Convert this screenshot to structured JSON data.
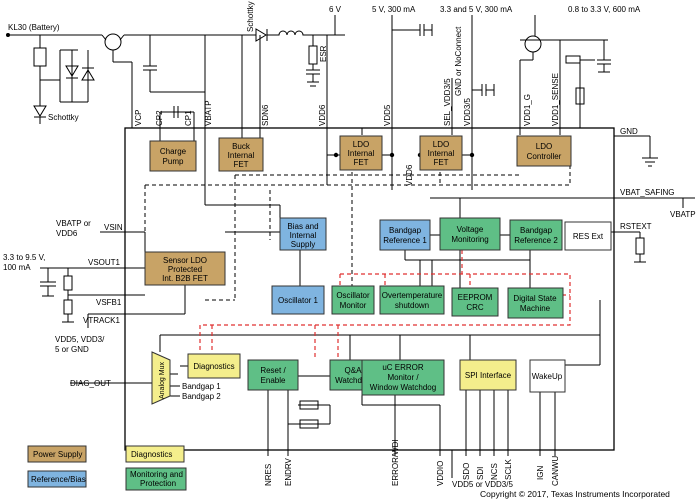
{
  "colors": {
    "power_supply": "#c8a366",
    "diagnostics": "#f4ee8c",
    "reference_bias": "#7fb4e0",
    "monitoring": "#5fbf86",
    "red_dash": "#e03030"
  },
  "top_labels": {
    "kl30": "KL30 (Battery)",
    "schottky_top": "Schottky",
    "schottky_left": "Schottky",
    "v6": "6 V",
    "v5": "5 V, 300 mA",
    "v33_5": "3.3 and 5 V, 300 mA",
    "v08_33": "0.8 to 3.3 V, 600 mA",
    "esr": "ESR",
    "gnd_nc": "GND or NoConnect"
  },
  "pins": {
    "vcp": "VCP",
    "cp2": "CP2",
    "cp1": "CP1",
    "vbatp": "VBATP",
    "sdn6": "SDN6",
    "vdd6": "VDD6",
    "vdd5": "VDD5",
    "sel_vdd35": "SEL_VDD3/5",
    "vdd35": "VDD3/5",
    "vdd1_g": "VDD1_G",
    "vdd1_sense": "VDD1_SENSE",
    "gnd": "GND",
    "vbat_safing": "VBAT_SAFING",
    "vbatp_right": "VBATP",
    "rstext": "RSTEXT",
    "vsin": "VSIN",
    "vsout1": "VSOUT1",
    "vsfb1": "VSFB1",
    "vtrack1": "VTRACK1",
    "diag_out": "DIAG_OUT",
    "nres": "NRES",
    "endrv": "ENDRV",
    "error_wdi": "ERROR/WDI",
    "vddio": "VDDIO",
    "sdo": "SDO",
    "sdi": "SDI",
    "ncs": "NCS",
    "sclk": "SCLK",
    "ign": "IGN",
    "canwu": "CANWU",
    "vdd6_inner": "VDD6"
  },
  "side_labels": {
    "vbatp_or_vdd6_1": "VBATP or",
    "vbatp_or_vdd6_2": "VDD6",
    "range_1": "3.3 to 9.5 V,",
    "range_2": "100 mA",
    "vtrack_src_1": "VDD5, VDD3/",
    "vtrack_src_2": "5 or GND",
    "bottom_src": "VDD5 or VDD3/5",
    "bandgap1": "Bandgap 1",
    "bandgap2": "Bandgap 2",
    "analog_mux": "Analog Mux"
  },
  "blocks": {
    "charge_pump": [
      "Charge",
      "Pump"
    ],
    "buck_fet": [
      "Buck",
      "Internal",
      "FET"
    ],
    "ldo_fet_1": [
      "LDO",
      "Internal",
      "FET"
    ],
    "ldo_fet_2": [
      "LDO",
      "Internal",
      "FET"
    ],
    "ldo_controller": [
      "LDO",
      "Controller"
    ],
    "bias_supply": [
      "Bias and",
      "Internal",
      "Supply"
    ],
    "bandgap_ref1": [
      "Bandgap",
      "Reference 1"
    ],
    "voltage_monitoring": [
      "Voltage",
      "Monitoring"
    ],
    "bandgap_ref2": [
      "Bandgap",
      "Reference 2"
    ],
    "res_ext": [
      "RES Ext"
    ],
    "sensor_ldo": [
      "Sensor LDO",
      "Protected",
      "Int. B2B FET"
    ],
    "oscillator1": [
      "Oscillator 1"
    ],
    "oscillator_monitor": [
      "Oscillator",
      "Monitor"
    ],
    "overtemp": [
      "Overtemperature",
      "shutdown"
    ],
    "eeprom_crc": [
      "EEPROM",
      "CRC"
    ],
    "digital_sm": [
      "Digital State",
      "Machine"
    ],
    "diagnostics": [
      "Diagnostics"
    ],
    "reset_enable": [
      "Reset /",
      "Enable"
    ],
    "qa_watchdog": [
      "Q&A",
      "Watchdog"
    ],
    "uc_error": [
      "uC ERROR",
      "Monitor /",
      "Window Watchdog"
    ],
    "spi_interface": [
      "SPI Interface"
    ],
    "wakeup": [
      "WakeUp"
    ]
  },
  "legend": {
    "power_supply": "Power Supply",
    "diagnostics": "Diagnostics",
    "reference_bias": "Reference/Bias",
    "monitoring_1": "Monitoring and",
    "monitoring_2": "Protection"
  },
  "copyright": "Copyright © 2017, Texas Instruments Incorporated"
}
